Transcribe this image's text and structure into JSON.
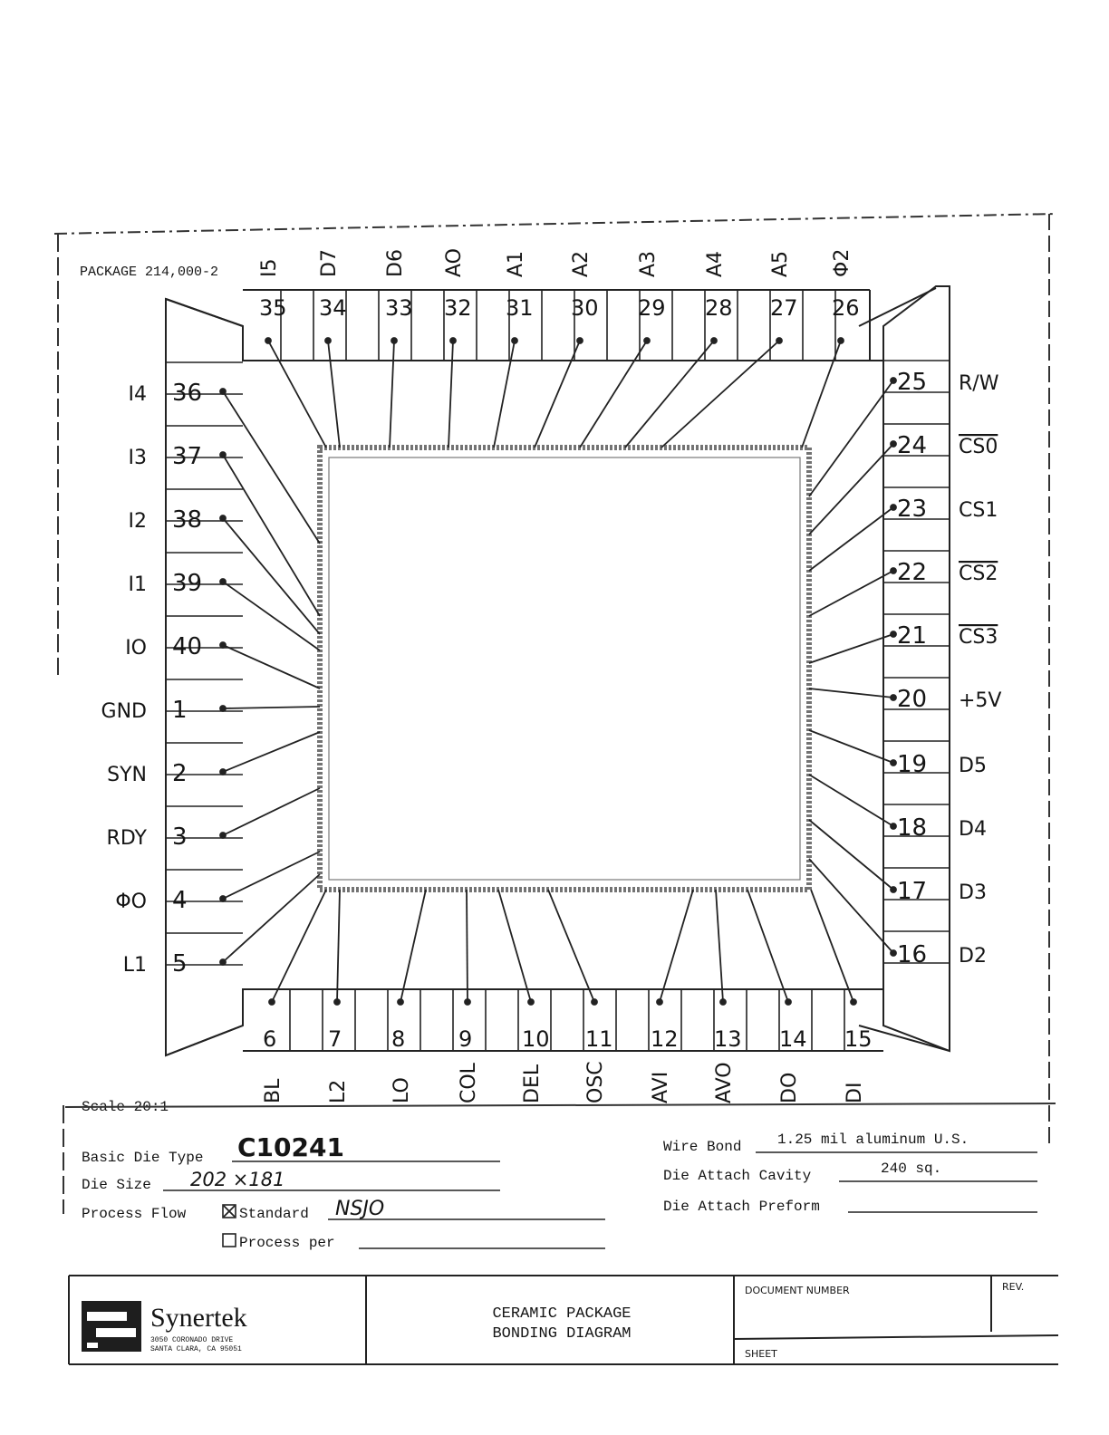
{
  "header": {
    "package_label": "PACKAGE 214,000-2"
  },
  "pins": [
    {
      "num": "1",
      "signal": "GND"
    },
    {
      "num": "2",
      "signal": "SYN"
    },
    {
      "num": "3",
      "signal": "RDY"
    },
    {
      "num": "4",
      "signal": "ΦO"
    },
    {
      "num": "5",
      "signal": "L1"
    },
    {
      "num": "6",
      "signal": "BL"
    },
    {
      "num": "7",
      "signal": "L2"
    },
    {
      "num": "8",
      "signal": "LO"
    },
    {
      "num": "9",
      "signal": "COL"
    },
    {
      "num": "10",
      "signal": "DEL"
    },
    {
      "num": "11",
      "signal": "OSC"
    },
    {
      "num": "12",
      "signal": "AVI"
    },
    {
      "num": "13",
      "signal": "AVO"
    },
    {
      "num": "14",
      "signal": "DO"
    },
    {
      "num": "15",
      "signal": "DI"
    },
    {
      "num": "16",
      "signal": "D2"
    },
    {
      "num": "17",
      "signal": "D3"
    },
    {
      "num": "18",
      "signal": "D4"
    },
    {
      "num": "19",
      "signal": "D5"
    },
    {
      "num": "20",
      "signal": "+5V"
    },
    {
      "num": "21",
      "signal": "CS3",
      "overline": true
    },
    {
      "num": "22",
      "signal": "CS2",
      "overline": true
    },
    {
      "num": "23",
      "signal": "CS1"
    },
    {
      "num": "24",
      "signal": "CS0",
      "overline": true
    },
    {
      "num": "25",
      "signal": "R/W"
    },
    {
      "num": "26",
      "signal": "Φ2"
    },
    {
      "num": "27",
      "signal": "A5"
    },
    {
      "num": "28",
      "signal": "A4"
    },
    {
      "num": "29",
      "signal": "A3"
    },
    {
      "num": "30",
      "signal": "A2"
    },
    {
      "num": "31",
      "signal": "A1"
    },
    {
      "num": "32",
      "signal": "AO"
    },
    {
      "num": "33",
      "signal": "D6"
    },
    {
      "num": "34",
      "signal": "D7"
    },
    {
      "num": "35",
      "signal": "I5"
    },
    {
      "num": "36",
      "signal": "I4"
    },
    {
      "num": "37",
      "signal": "I3"
    },
    {
      "num": "38",
      "signal": "I2"
    },
    {
      "num": "39",
      "signal": "I1"
    },
    {
      "num": "40",
      "signal": "IO"
    }
  ],
  "scale": "Scale 20:1",
  "specs": {
    "basic_die_type_label": "Basic Die Type",
    "basic_die_type_value": "C10241",
    "die_size_label": "Die Size",
    "die_size_value": "202 ×181",
    "process_flow_label": "Process Flow",
    "standard_label": "Standard",
    "standard_value": "NSJO",
    "standard_checked": true,
    "process_per_label": "Process per",
    "process_per_checked": false,
    "wire_bond_label": "Wire Bond",
    "wire_bond_value": "1.25 mil aluminum U.S.",
    "die_attach_cavity_label": "Die Attach Cavity",
    "die_attach_cavity_value": "240 sq.",
    "die_attach_preform_label": "Die Attach Preform"
  },
  "title_block": {
    "company": "Synertek",
    "address_line1": "3050 CORONADO DRIVE",
    "address_line2": "SANTA CLARA, CA 95051",
    "title_line1": "CERAMIC PACKAGE",
    "title_line2": "BONDING DIAGRAM",
    "document_number_label": "DOCUMENT NUMBER",
    "rev_label": "REV.",
    "sheet_label": "SHEET"
  }
}
